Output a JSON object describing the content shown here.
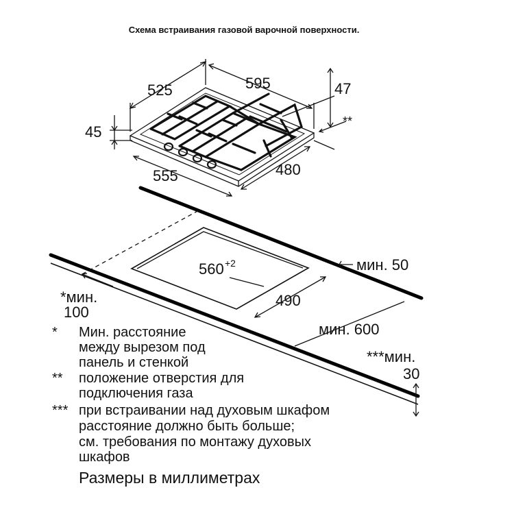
{
  "title": "Схема встраивания газовой варочной поверхности.",
  "hob_dimensions": {
    "depth_total": "525",
    "width_total": "595",
    "offset_right": "47",
    "height": "45",
    "width_body": "555",
    "depth_body": "480",
    "gas_marker": "**"
  },
  "cutout_dimensions": {
    "width": "560",
    "width_tolerance": "+2",
    "depth": "490",
    "min_back": "мин. 50",
    "min_front": "мин. 600",
    "min_side_label": "*мин.",
    "min_side_value": "100",
    "min_oven_label": "***мин.",
    "min_oven_value": "30"
  },
  "notes": [
    {
      "marker": "*",
      "lines": [
        "Мин. расстояние",
        "между вырезом под",
        "панель и стенкой"
      ]
    },
    {
      "marker": "**",
      "lines": [
        "положение отверстия для",
        "подключения газа"
      ]
    },
    {
      "marker": "***",
      "lines": [
        "при встраивании над духовым шкафом",
        "расстояние должно быть больше;",
        "см. требования по монтажу духовых",
        "шкафов"
      ]
    }
  ],
  "footer": "Размеры в миллиметрах"
}
